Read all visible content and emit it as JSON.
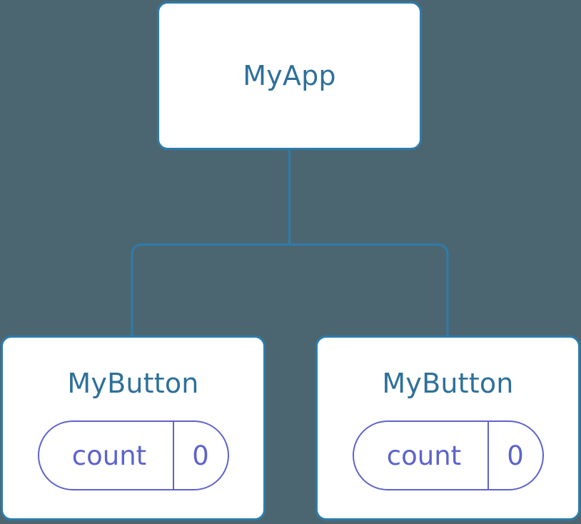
{
  "diagram": {
    "type": "component-tree",
    "background_color": "#4c6671",
    "node_border_color": "#2d7cab",
    "node_fill_color": "#ffffff",
    "title_color": "#2e7099",
    "state_color": "#5c63cc",
    "connector_color": "#2d7cab"
  },
  "root": {
    "title": "MyApp"
  },
  "children": [
    {
      "title": "MyButton",
      "state": {
        "key": "count",
        "value": "0"
      }
    },
    {
      "title": "MyButton",
      "state": {
        "key": "count",
        "value": "0"
      }
    }
  ]
}
